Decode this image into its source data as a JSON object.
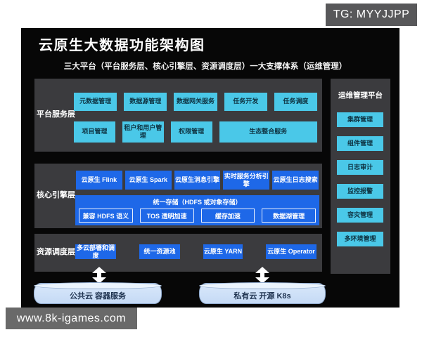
{
  "badge": {
    "text": "TG: MYYJJPP"
  },
  "watermark": {
    "text": "www.8k-igames.com"
  },
  "header": {
    "title": "云原生大数据功能架构图",
    "subtitle": "三大平台（平台服务层、核心引擎层、资源调度层）一大支撑体系（运维管理）"
  },
  "layers": {
    "platform": {
      "label": "平台服务层",
      "row1": [
        "元数据管理",
        "数据源管理",
        "数据网关服务",
        "任务开发",
        "任务调度"
      ],
      "row2": [
        "项目管理",
        "租户和用户管理",
        "权限管理",
        "生态整合服务"
      ]
    },
    "engine": {
      "label": "核心引擎层",
      "row1": [
        "云原生 Flink",
        "云原生 Spark",
        "云原生消息引擎",
        "实时服务分析引擎",
        "云原生日志搜索"
      ],
      "storage": {
        "title": "统一存储（HDFS 或对象存储）",
        "items": [
          "兼容 HDFS 语义",
          "TOS 透明加速",
          "缓存加速",
          "数据湖管理"
        ]
      }
    },
    "scheduler": {
      "label": "资源调度层",
      "items": [
        "多云部署和调度",
        "统一资源池",
        "云原生 YARN",
        "云原生 Operator"
      ]
    }
  },
  "ops": {
    "title": "运维管理平台",
    "items": [
      "集群管理",
      "组件管理",
      "日志审计",
      "监控报警",
      "容灾管理",
      "多环境管理"
    ]
  },
  "clouds": [
    "公共云 容器服务",
    "私有云 开源 K8s"
  ],
  "colors": {
    "accent_cyan": "#4AC8E8",
    "accent_blue": "#1E68E8",
    "panel_gray": "#3B3B3E",
    "canvas_black": "#070707",
    "cylinder_blue": "#CEE0F7"
  }
}
